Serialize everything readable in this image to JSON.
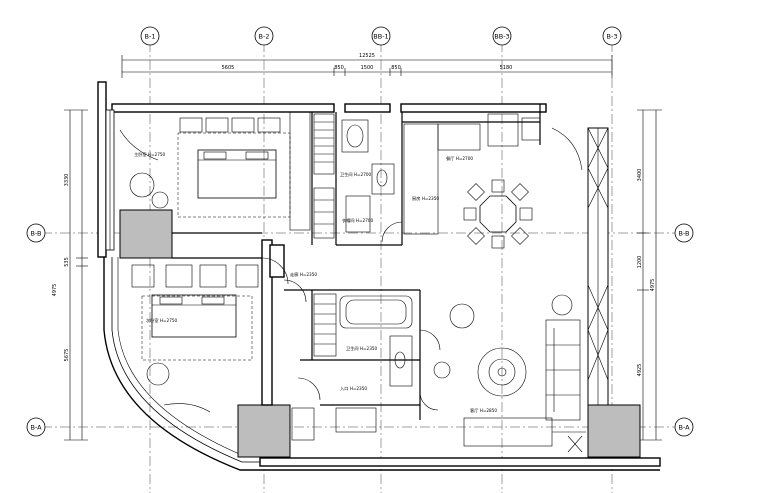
{
  "axes_top": [
    "B-1",
    "B-2",
    "BB-1",
    "BB-3",
    "B-3"
  ],
  "axes_side": [
    "B-B",
    "B-A"
  ],
  "dimensions": {
    "top_total": "12525",
    "top_segments": [
      "5605",
      "850",
      "1500",
      "850",
      "5180"
    ],
    "left": [
      "3330",
      "535",
      "4975",
      "5675"
    ],
    "right": [
      "3400",
      "1200",
      "4975",
      "4925"
    ]
  },
  "room_labels": [
    "主卧室 H=2750",
    "卫生间 H=2700",
    "衣帽间 H=2700",
    "餐厅 H=2700",
    "走廊 H=2350",
    "次卧室 H=2750",
    "卫生间 H=2350",
    "客厅 H=2850",
    "入口 H=2350",
    "厨房 H=2350"
  ]
}
